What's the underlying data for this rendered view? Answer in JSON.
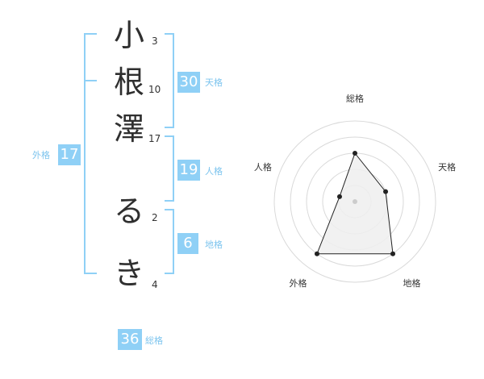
{
  "name": {
    "characters": [
      {
        "char": "小",
        "strokes": "3"
      },
      {
        "char": "根",
        "strokes": "10"
      },
      {
        "char": "澤",
        "strokes": "17"
      },
      {
        "char": "る",
        "strokes": "2"
      },
      {
        "char": "き",
        "strokes": "4"
      }
    ]
  },
  "fortune": {
    "tenkaku": {
      "label": "天格",
      "value": "30"
    },
    "jinkaku": {
      "label": "人格",
      "value": "19"
    },
    "chikaku": {
      "label": "地格",
      "value": "6"
    },
    "gaikaku": {
      "label": "外格",
      "value": "17"
    },
    "soukaku": {
      "label": "総格",
      "value": "36"
    }
  },
  "colors": {
    "accent": "#8fd0f6",
    "label_text": "#7cc4ee",
    "radar_fill": "#eeeeee",
    "radar_line": "#222222",
    "ring": "#d9d9d9"
  },
  "chart_data": {
    "type": "radar",
    "axes": [
      "総格",
      "天格",
      "地格",
      "外格",
      "人格"
    ],
    "series": [
      {
        "values": [
          3,
          2,
          4,
          4,
          1
        ]
      }
    ],
    "rlim": [
      0,
      5
    ],
    "rings": 5
  }
}
